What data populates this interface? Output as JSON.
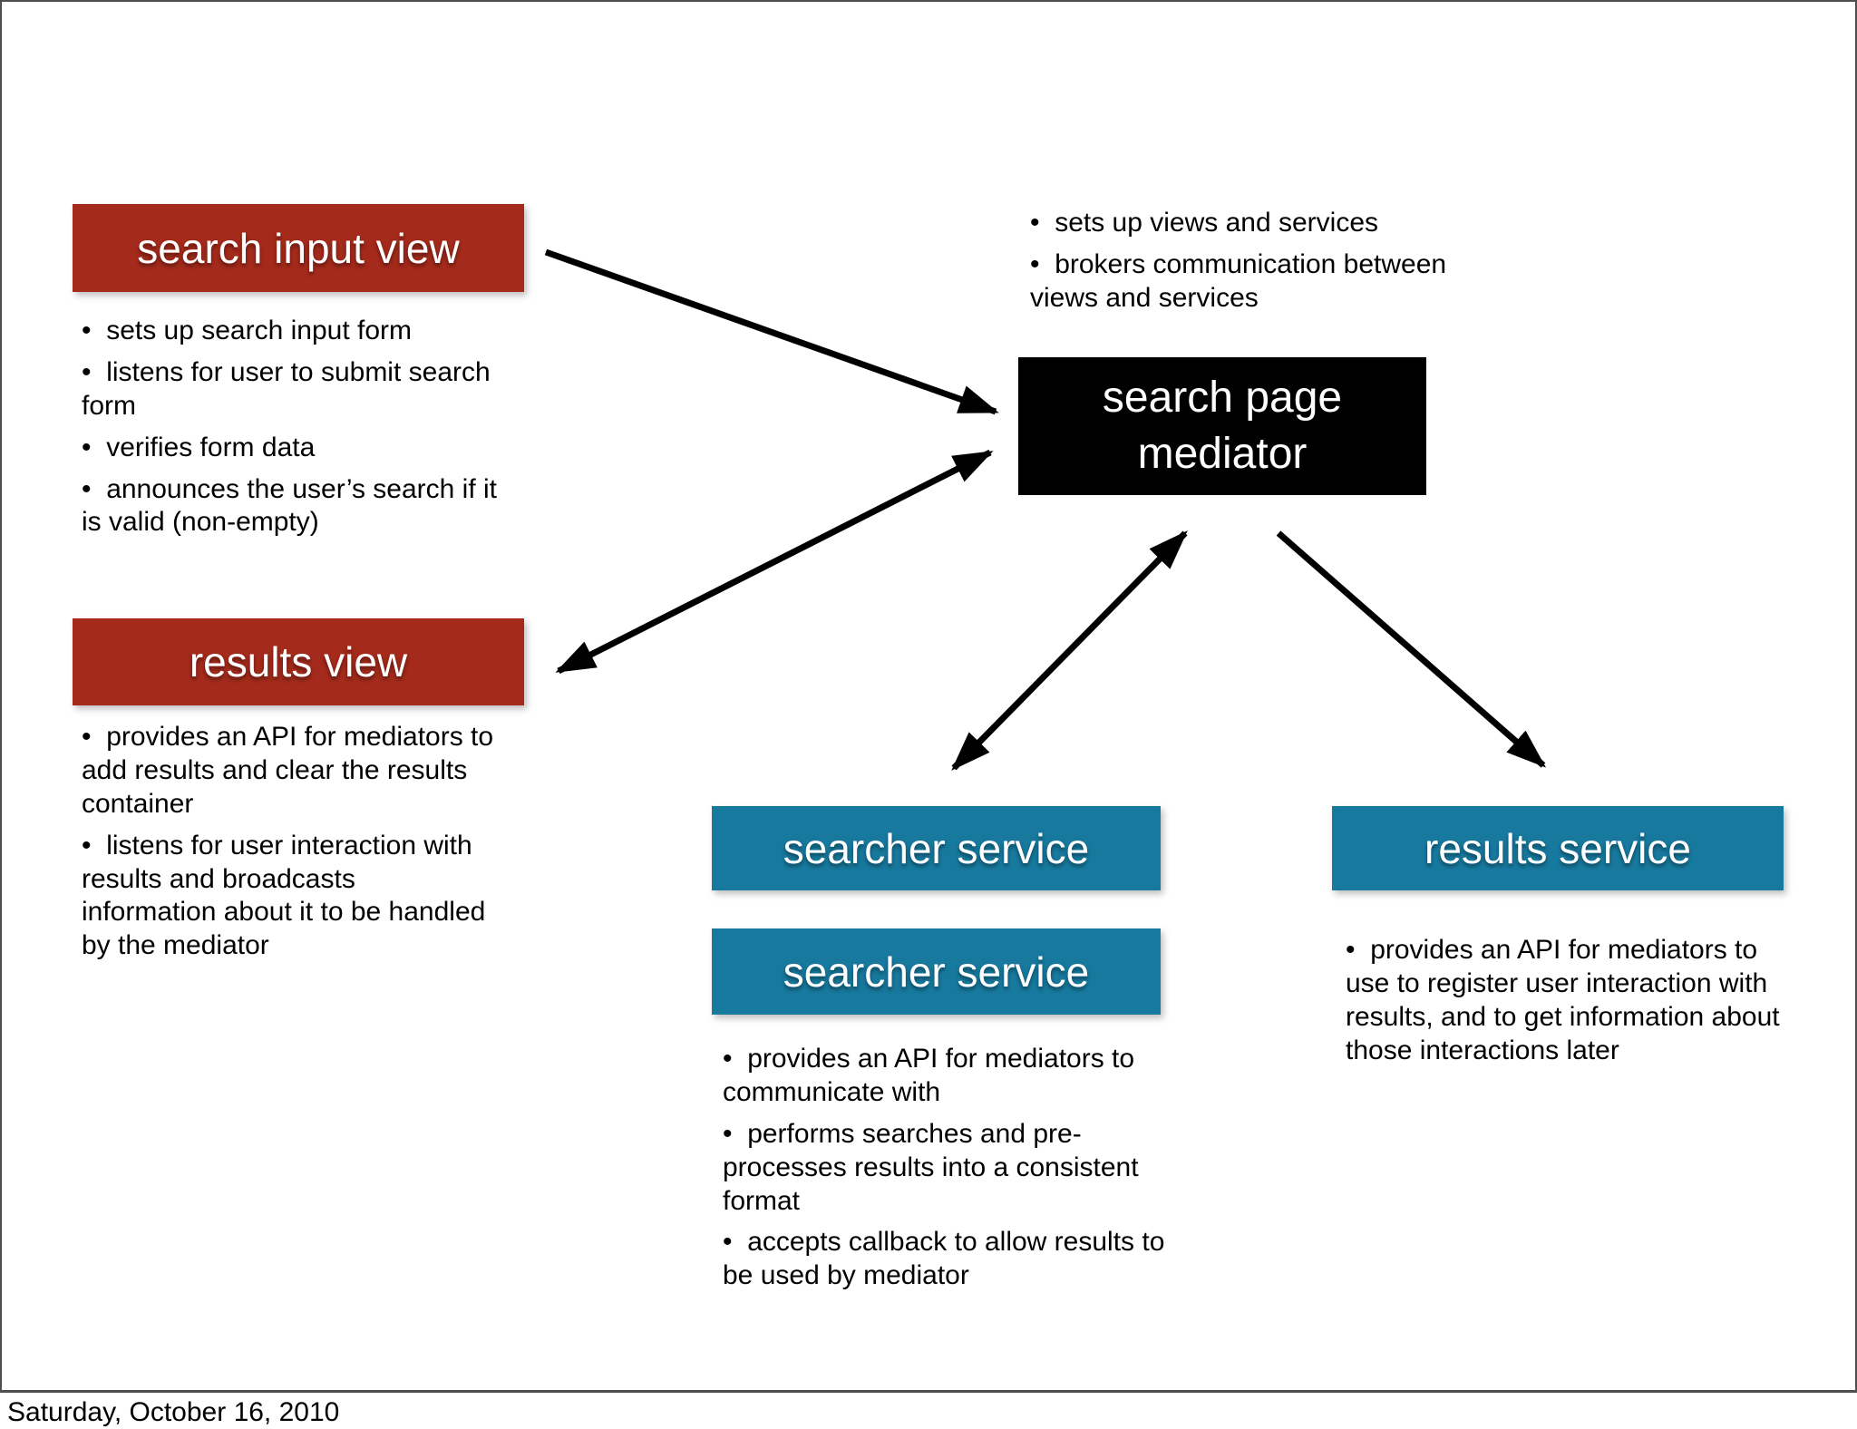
{
  "slide": {
    "boxes": {
      "search_input_view": {
        "label": "search input view"
      },
      "results_view": {
        "label": "results view"
      },
      "search_page_mediator": {
        "label": "search page mediator"
      },
      "searcher_service_1": {
        "label": "searcher service"
      },
      "searcher_service_2": {
        "label": "searcher service"
      },
      "results_service": {
        "label": "results service"
      }
    },
    "notes": {
      "search_input_view": [
        "sets up search input form",
        "listens for user to submit search form",
        "verifies form data",
        "announces the user’s search if it is valid (non-empty)"
      ],
      "mediator": [
        "sets up views and services",
        "brokers communication between views and services"
      ],
      "results_view": [
        "provides an API for mediators to add results and clear the results container",
        "listens for user interaction with results and broadcasts information about it to be handled by the mediator"
      ],
      "searcher_service": [
        "provides an API for mediators to communicate with",
        "performs searches and pre-processes results into a consistent format",
        "accepts callback to allow results to be used by mediator"
      ],
      "results_service": [
        "provides an API for mediators to use to register user interaction with results, and to get information about those interactions later"
      ]
    },
    "colors": {
      "view_box_red": "#a42a1b",
      "service_box_teal": "#17799e",
      "mediator_box_black": "#000000",
      "arrow_black": "#000000",
      "border_gray": "#4e4e4e"
    }
  },
  "footer": {
    "date": "Saturday, October 16, 2010"
  }
}
